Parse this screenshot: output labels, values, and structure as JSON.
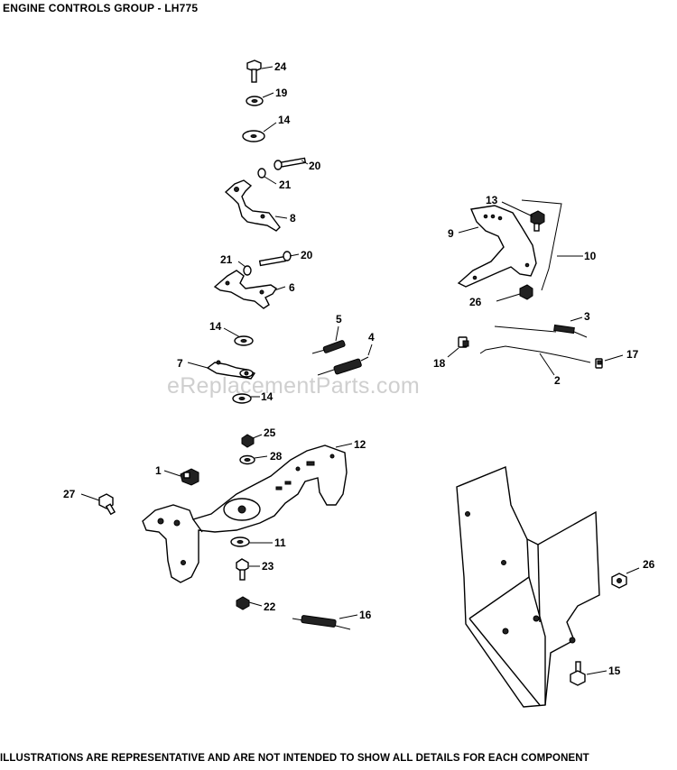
{
  "title": "ENGINE CONTROLS  GROUP - LH775",
  "watermark": "eReplacementParts.com",
  "footer": "ILLUSTRATIONS ARE REPRESENTATIVE AND ARE NOT INTENDED TO SHOW ALL DETAILS FOR EACH COMPONENT",
  "callouts": {
    "c24": "24",
    "c19": "19",
    "c14a": "14",
    "c20a": "20",
    "c21a": "21",
    "c8": "8",
    "c21b": "21",
    "c20b": "20",
    "c6": "6",
    "c14b": "14",
    "c5": "5",
    "c4": "4",
    "c7": "7",
    "c14c": "14",
    "c13": "13",
    "c9": "9",
    "c10": "10",
    "c26a": "26",
    "c3": "3",
    "c18": "18",
    "c17": "17",
    "c2": "2",
    "c25": "25",
    "c12": "12",
    "c28": "28",
    "c1": "1",
    "c27": "27",
    "c11": "11",
    "c23": "23",
    "c22": "22",
    "c16": "16",
    "c26b": "26",
    "c15": "15"
  }
}
